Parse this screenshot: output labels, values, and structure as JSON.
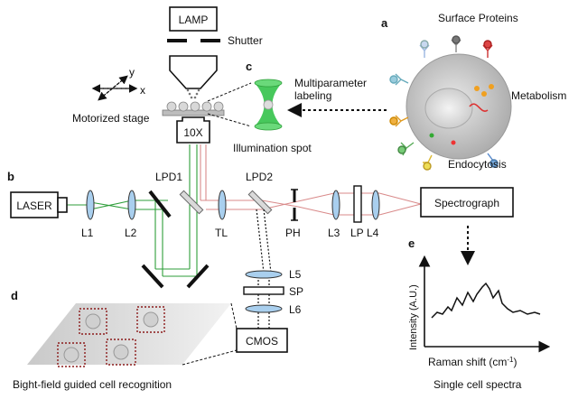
{
  "panels": {
    "a": "a",
    "b": "b",
    "c": "c",
    "d": "d",
    "e": "e"
  },
  "components": {
    "lamp": "LAMP",
    "shutter": "Shutter",
    "objective": "10X",
    "laser": "LASER",
    "spectrograph": "Spectrograph",
    "cmos": "CMOS",
    "stage_label": "Motorized stage",
    "axis_x": "x",
    "axis_y": "y",
    "illumination": "Illumination spot",
    "multiparameter_line1": "Multiparameter",
    "multiparameter_line2": "labeling",
    "lpd1": "LPD1",
    "lpd2": "LPD2",
    "l1": "L1",
    "l2": "L2",
    "tl": "TL",
    "ph": "PH",
    "l3": "L3",
    "lp": "LP",
    "l4": "L4",
    "l5": "L5",
    "sp": "SP",
    "l6": "L6"
  },
  "cell": {
    "surface_proteins": "Surface Proteins",
    "metabolism": "Metabolism",
    "endocytosis": "Endocytosis"
  },
  "brightfield": {
    "caption": "Bight-field guided cell recognition"
  },
  "spectrum": {
    "ylabel": "Intensity (A.U.)",
    "xlabel": "Raman shift (cm",
    "xlabel_sup": "-1",
    "xlabel_end": ")",
    "caption": "Single cell spectra"
  },
  "colors": {
    "green_beam": "#2e9e3a",
    "red_beam": "#d98a8a",
    "lens_fill": "#a9cfee",
    "focus_green": "#33c24a"
  }
}
